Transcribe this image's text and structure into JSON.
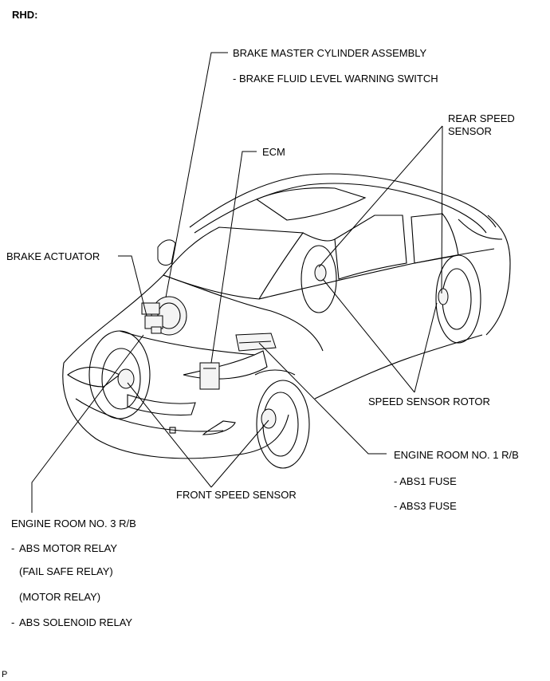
{
  "header": {
    "title": "RHD:"
  },
  "labels": {
    "brake_master_cylinder": "BRAKE MASTER CYLINDER ASSEMBLY",
    "brake_fluid_switch": "- BRAKE FLUID LEVEL WARNING SWITCH",
    "rear_speed_sensor_line1": "REAR SPEED",
    "rear_speed_sensor_line2": "SENSOR",
    "ecm": "ECM",
    "brake_actuator": "BRAKE ACTUATOR",
    "speed_sensor_rotor": "SPEED SENSOR ROTOR",
    "engine_room_no1": "ENGINE ROOM NO. 1 R/B",
    "abs1_fuse": "- ABS1 FUSE",
    "abs3_fuse": "- ABS3 FUSE",
    "front_speed_sensor": "FRONT SPEED SENSOR",
    "engine_room_no3": "ENGINE ROOM NO. 3 R/B",
    "abs_motor_relay_dash": "-",
    "abs_motor_relay": "ABS MOTOR RELAY",
    "fail_safe_relay": "(FAIL SAFE RELAY)",
    "motor_relay": "(MOTOR RELAY)",
    "abs_solenoid_relay_dash": "-",
    "abs_solenoid_relay": "ABS SOLENOID RELAY"
  },
  "footer": {
    "code": "P"
  }
}
